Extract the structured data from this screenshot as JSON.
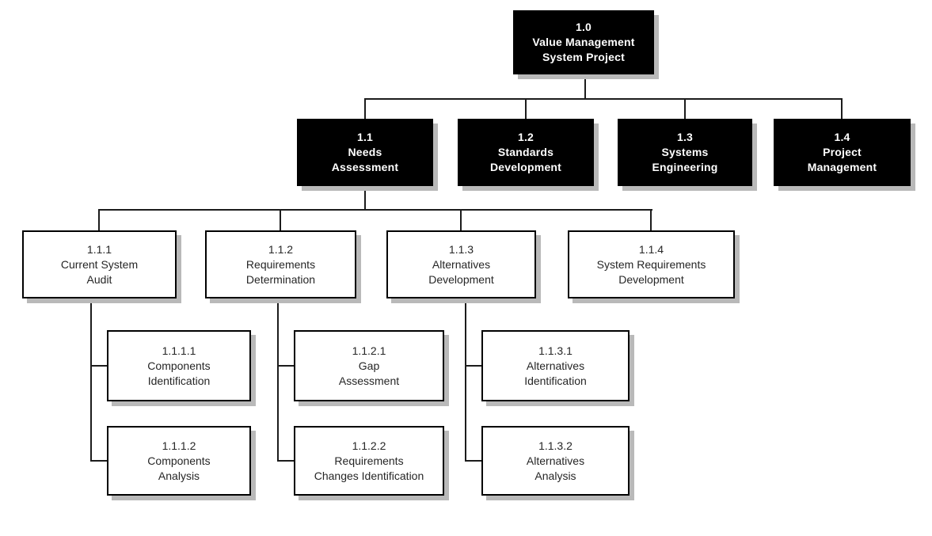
{
  "colors": {
    "node-fill-dark": "#000000",
    "node-text-dark": "#ffffff",
    "node-fill-light": "#ffffff",
    "node-border": "#000000",
    "node-text-light": "#262626",
    "connector": "#1c1c1c",
    "shadow": "#b9b9b9",
    "background": "#ffffff"
  },
  "nodes": {
    "n1_0": {
      "code": "1.0",
      "line1": "Value Management",
      "line2": "System Project"
    },
    "n1_1": {
      "code": "1.1",
      "line1": "Needs",
      "line2": "Assessment"
    },
    "n1_2": {
      "code": "1.2",
      "line1": "Standards",
      "line2": "Development"
    },
    "n1_3": {
      "code": "1.3",
      "line1": "Systems",
      "line2": "Engineering"
    },
    "n1_4": {
      "code": "1.4",
      "line1": "Project",
      "line2": "Management"
    },
    "n1_1_1": {
      "code": "1.1.1",
      "line1": "Current System",
      "line2": "Audit"
    },
    "n1_1_2": {
      "code": "1.1.2",
      "line1": "Requirements",
      "line2": "Determination"
    },
    "n1_1_3": {
      "code": "1.1.3",
      "line1": "Alternatives",
      "line2": "Development"
    },
    "n1_1_4": {
      "code": "1.1.4",
      "line1": "System Requirements",
      "line2": "Development"
    },
    "n1_1_1_1": {
      "code": "1.1.1.1",
      "line1": "Components",
      "line2": "Identification"
    },
    "n1_1_1_2": {
      "code": "1.1.1.2",
      "line1": "Components",
      "line2": "Analysis"
    },
    "n1_1_2_1": {
      "code": "1.1.2.1",
      "line1": "Gap",
      "line2": "Assessment"
    },
    "n1_1_2_2": {
      "code": "1.1.2.2",
      "line1": "Requirements",
      "line2": "Changes Identification"
    },
    "n1_1_3_1": {
      "code": "1.1.3.1",
      "line1": "Alternatives",
      "line2": "Identification"
    },
    "n1_1_3_2": {
      "code": "1.1.3.2",
      "line1": "Alternatives",
      "line2": "Analysis"
    }
  }
}
